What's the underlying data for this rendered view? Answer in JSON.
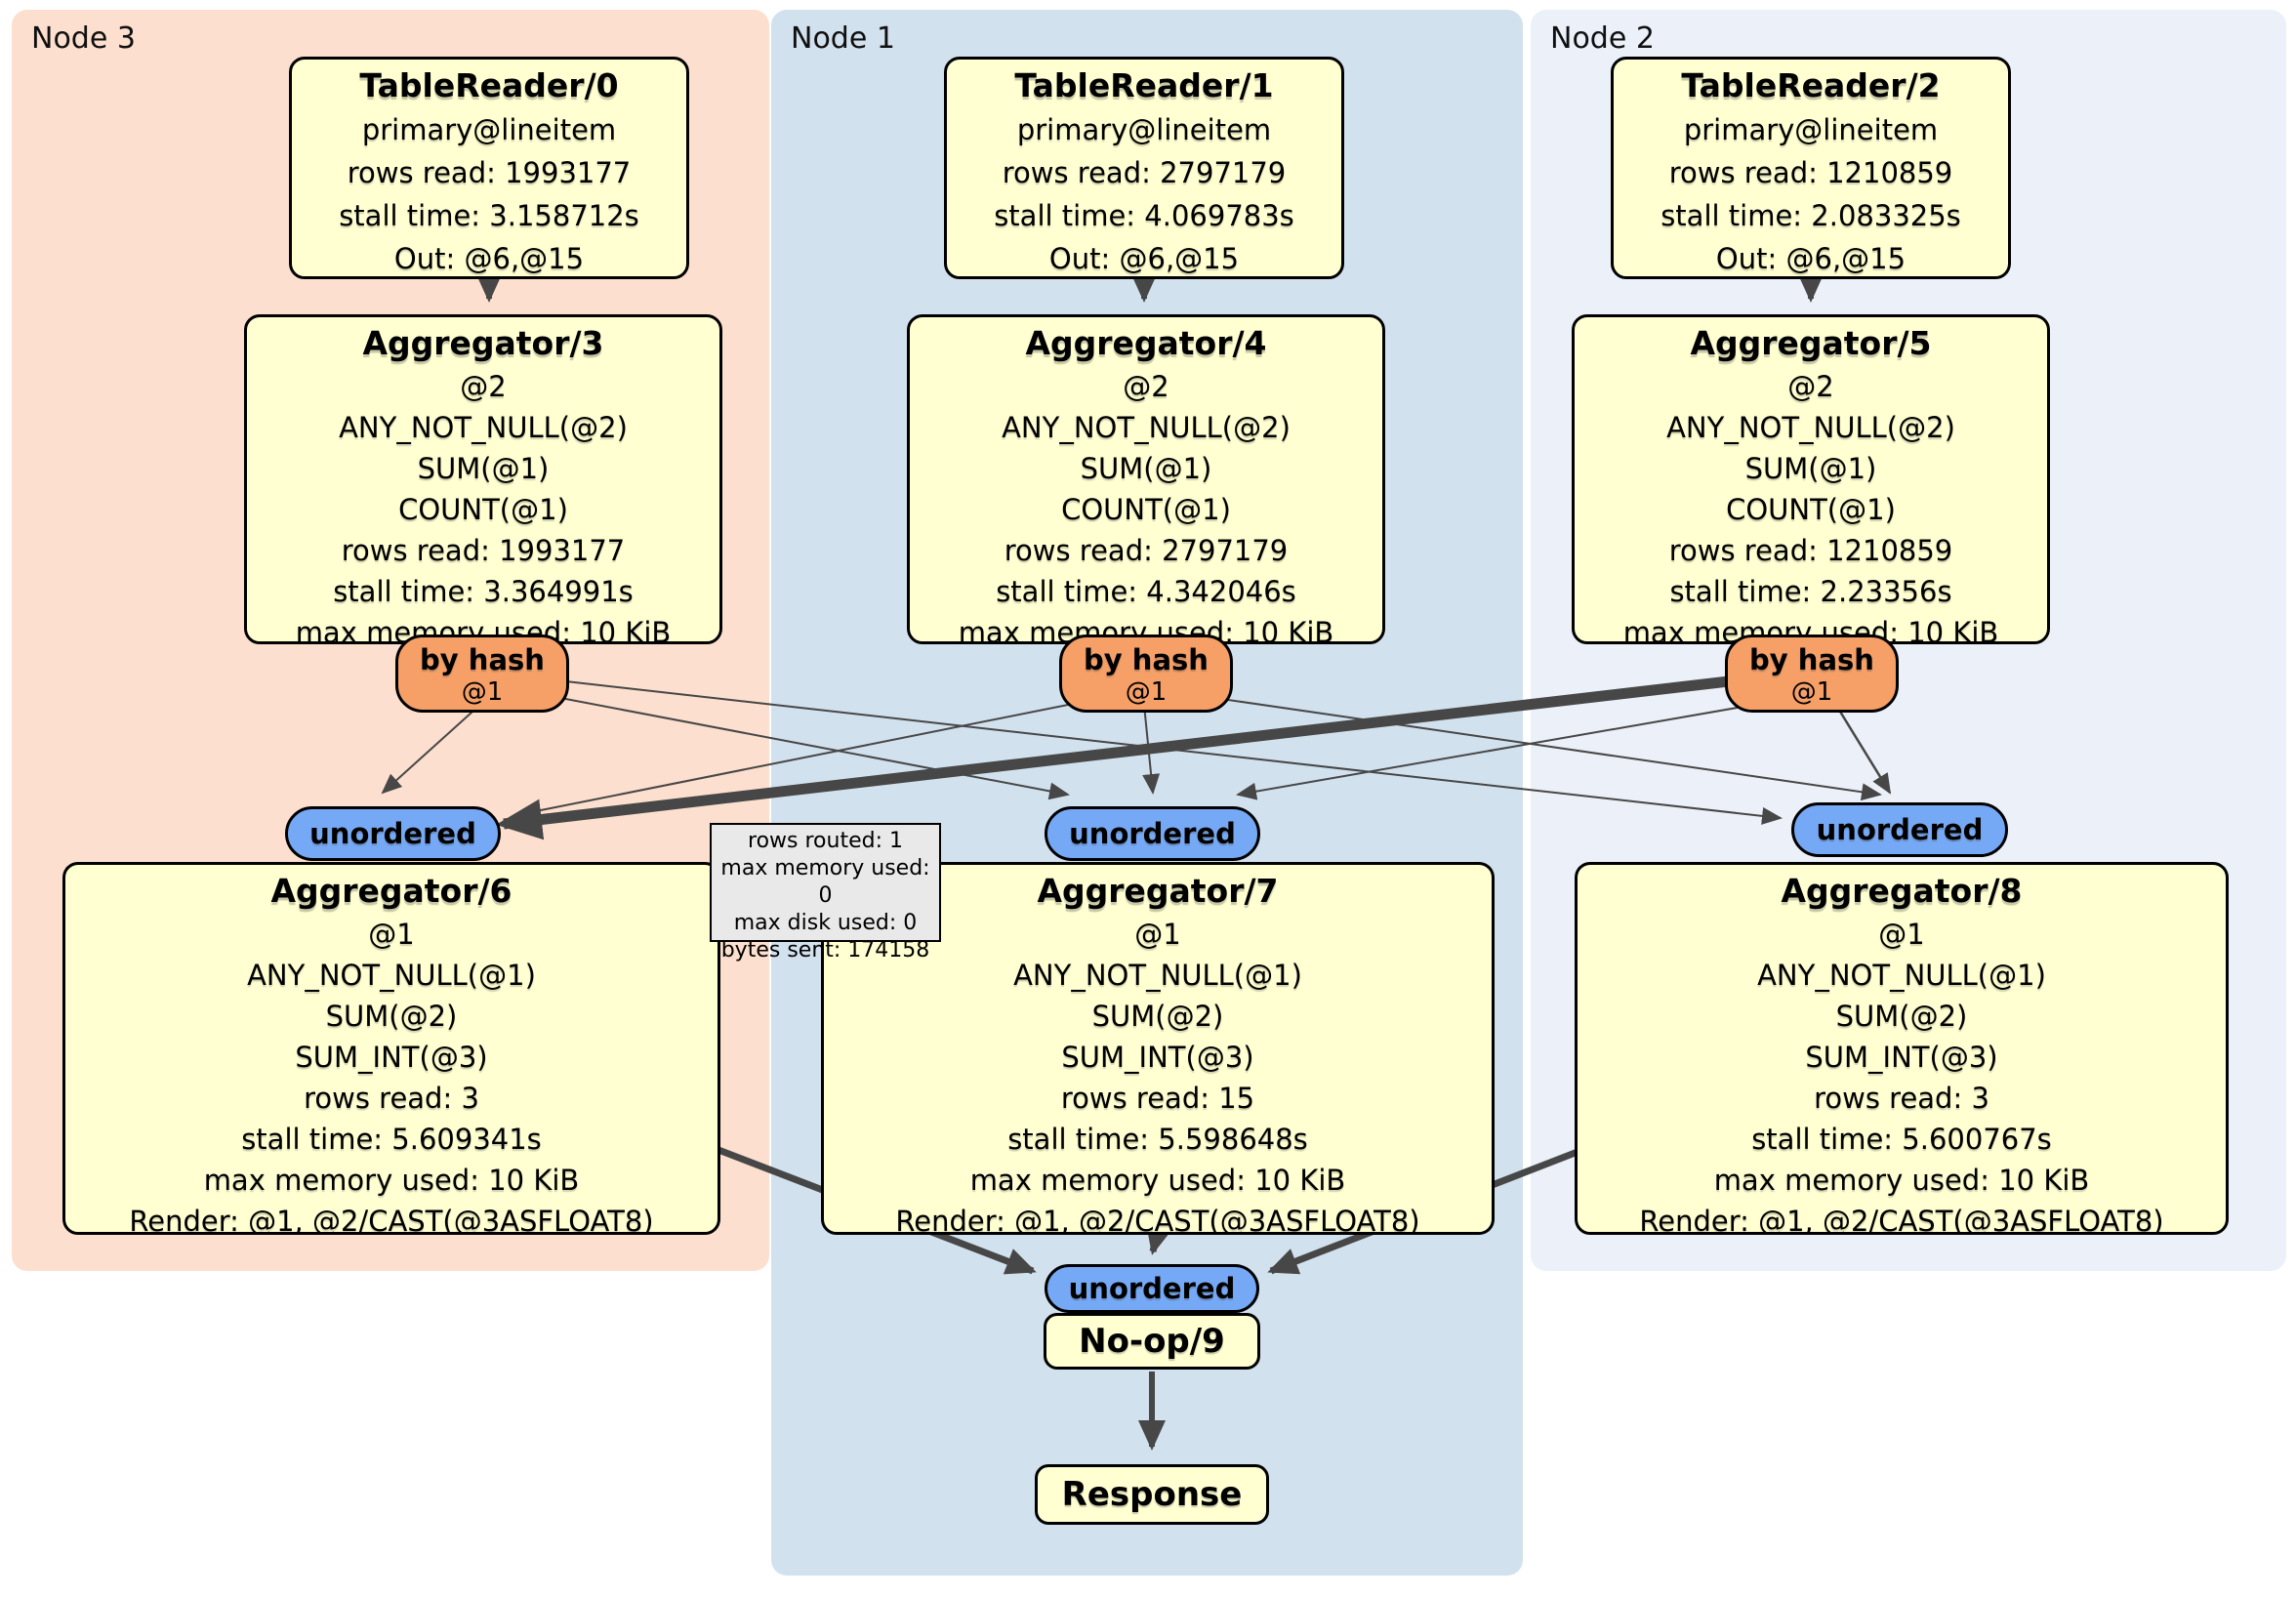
{
  "regions": [
    {
      "label": "Node 3"
    },
    {
      "label": "Node 1"
    },
    {
      "label": "Node 2"
    }
  ],
  "routers": {
    "by_hash_label": "by hash",
    "by_hash_detail": "@1",
    "unordered_label": "unordered"
  },
  "processors": {
    "tablereader0": {
      "title": "TableReader/0",
      "lines": [
        "primary@lineitem",
        "rows read: 1993177",
        "stall time: 3.158712s",
        "Out: @6,@15"
      ]
    },
    "tablereader1": {
      "title": "TableReader/1",
      "lines": [
        "primary@lineitem",
        "rows read: 2797179",
        "stall time: 4.069783s",
        "Out: @6,@15"
      ]
    },
    "tablereader2": {
      "title": "TableReader/2",
      "lines": [
        "primary@lineitem",
        "rows read: 1210859",
        "stall time: 2.083325s",
        "Out: @6,@15"
      ]
    },
    "aggregator3": {
      "title": "Aggregator/3",
      "lines": [
        "@2",
        "ANY_NOT_NULL(@2)",
        "SUM(@1)",
        "COUNT(@1)",
        "rows read: 1993177",
        "stall time: 3.364991s",
        "max memory used: 10 KiB"
      ]
    },
    "aggregator4": {
      "title": "Aggregator/4",
      "lines": [
        "@2",
        "ANY_NOT_NULL(@2)",
        "SUM(@1)",
        "COUNT(@1)",
        "rows read: 2797179",
        "stall time: 4.342046s",
        "max memory used: 10 KiB"
      ]
    },
    "aggregator5": {
      "title": "Aggregator/5",
      "lines": [
        "@2",
        "ANY_NOT_NULL(@2)",
        "SUM(@1)",
        "COUNT(@1)",
        "rows read: 1210859",
        "stall time: 2.23356s",
        "max memory used: 10 KiB"
      ]
    },
    "aggregator6": {
      "title": "Aggregator/6",
      "lines": [
        "@1",
        "ANY_NOT_NULL(@1)",
        "SUM(@2)",
        "SUM_INT(@3)",
        "rows read: 3",
        "stall time: 5.609341s",
        "max memory used: 10 KiB",
        "Render: @1, @2/CAST(@3ASFLOAT8)"
      ]
    },
    "aggregator7": {
      "title": "Aggregator/7",
      "lines": [
        "@1",
        "ANY_NOT_NULL(@1)",
        "SUM(@2)",
        "SUM_INT(@3)",
        "rows read: 15",
        "stall time: 5.598648s",
        "max memory used: 10 KiB",
        "Render: @1, @2/CAST(@3ASFLOAT8)"
      ]
    },
    "aggregator8": {
      "title": "Aggregator/8",
      "lines": [
        "@1",
        "ANY_NOT_NULL(@1)",
        "SUM(@2)",
        "SUM_INT(@3)",
        "rows read: 3",
        "stall time: 5.600767s",
        "max memory used: 10 KiB",
        "Render: @1, @2/CAST(@3ASFLOAT8)"
      ]
    },
    "noop9": {
      "title": "No-op/9"
    },
    "response": {
      "title": "Response"
    }
  },
  "tooltip": {
    "lines": [
      "rows routed: 1",
      "max memory used: 0",
      "max disk used: 0",
      "bytes sent: 174158"
    ]
  },
  "colors": {
    "region_node3": "#fcdfce",
    "region_node1": "#d2e1ee",
    "region_node2": "#ebf0f9",
    "processor_fill": "#ffffd2",
    "by_hash_fill": "#f6a068",
    "unordered_fill": "#76a9f5",
    "tooltip_fill": "#e9e9e9",
    "edge": "#474747"
  }
}
